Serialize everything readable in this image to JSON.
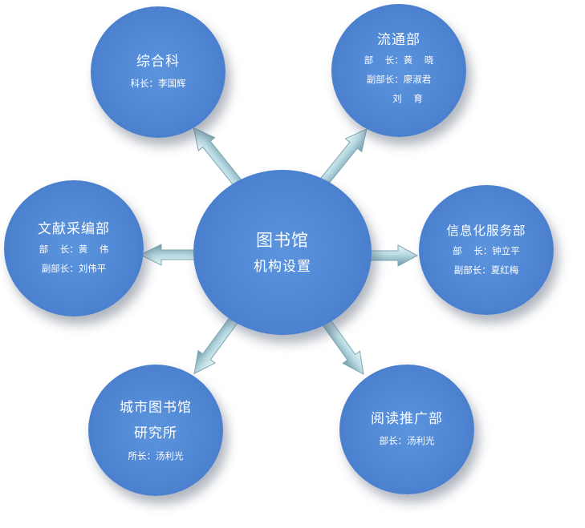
{
  "center": {
    "title": "图书馆",
    "subtitle": "机构设置"
  },
  "departments": {
    "zonghe": {
      "name": "综合科",
      "lines": [
        "科长：李国辉"
      ]
    },
    "liutong": {
      "name": "流通部",
      "lines": [
        "部    长：黄    晓",
        "副部长：廖淑君",
        "      刘    育"
      ]
    },
    "wenxian": {
      "name": "文献采编部",
      "lines": [
        "部    长：黄    伟",
        "副部长：刘伟平"
      ]
    },
    "xinxihua": {
      "name": "信息化服务部",
      "lines": [
        "部    长：钟立平",
        "副部长：夏红梅"
      ]
    },
    "chengshi": {
      "name_lines": [
        "城市图书馆",
        "研究所"
      ],
      "lines": [
        "所长：汤利光"
      ]
    },
    "yuedu": {
      "name": "阅读推广部",
      "lines": [
        "部长：汤利光"
      ]
    }
  },
  "colors": {
    "node_fill": "#4f86d4",
    "node_rim": "#c9e6fc",
    "arrow_light": "#d7ecf2",
    "arrow_dark": "#6f9aa6",
    "text": "#ffffff"
  }
}
